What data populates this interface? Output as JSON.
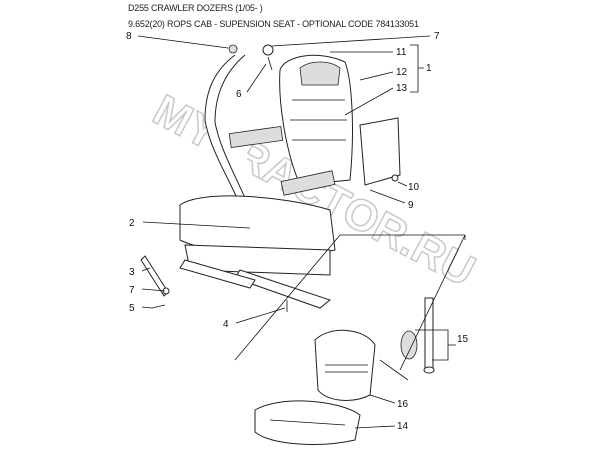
{
  "header": {
    "title": "D255 CRAWLER DOZERS (1/05- )",
    "subtitle": "9.652(20) ROPS CAB - SUPENSION SEAT - OPTIONAL CODE 784133051"
  },
  "callouts": {
    "c8": "8",
    "c7a": "7",
    "c11": "11",
    "c12": "12",
    "c13": "13",
    "c1": "1",
    "c6": "6",
    "c10": "10",
    "c9": "9",
    "c2": "2",
    "c3": "3",
    "c7b": "7",
    "c5": "5",
    "c4": "4",
    "c15": "15",
    "c16": "16",
    "c14": "14"
  },
  "watermark": "MYTRACTOR.RU"
}
